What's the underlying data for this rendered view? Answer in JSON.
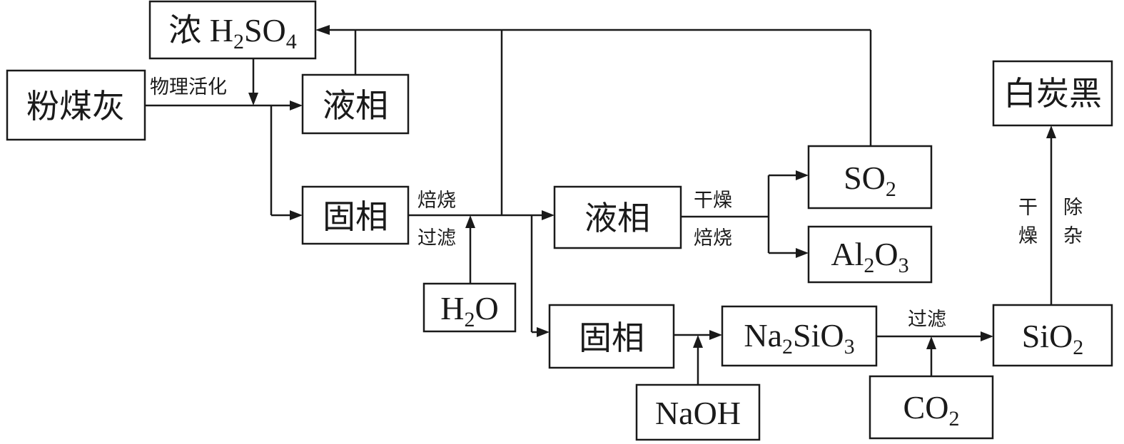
{
  "nodes": {
    "h2so4": {
      "prefix": "浓 ",
      "formula": "H<sub>2</sub>SO<sub>4</sub>"
    },
    "fly_ash": {
      "label": "粉煤灰"
    },
    "liquid1": {
      "label": "液相"
    },
    "solid1": {
      "label": "固相"
    },
    "water": {
      "formula": "H<sub>2</sub>O"
    },
    "liquid2": {
      "label": "液相"
    },
    "so2": {
      "formula": "SO<sub>2</sub>"
    },
    "al2o3": {
      "formula": "Al<sub>2</sub>O<sub>3</sub>"
    },
    "solid2": {
      "label": "固相"
    },
    "naoh": {
      "formula": "NaOH"
    },
    "na2sio3": {
      "formula": "Na<sub>2</sub>SiO<sub>3</sub>"
    },
    "co2": {
      "formula": "CO<sub>2</sub>"
    },
    "sio2": {
      "formula": "SiO<sub>2</sub>"
    },
    "white_carbon": {
      "label": "白炭黑"
    }
  },
  "edges": {
    "physical_activation": "物理活化",
    "roast": "焙烧",
    "filter1": "过滤",
    "dry1": "干燥",
    "roast2": "焙烧",
    "filter2": "过滤",
    "dry_v1": "干",
    "dry_v2": "燥",
    "purify_v1": "除",
    "purify_v2": "杂"
  }
}
